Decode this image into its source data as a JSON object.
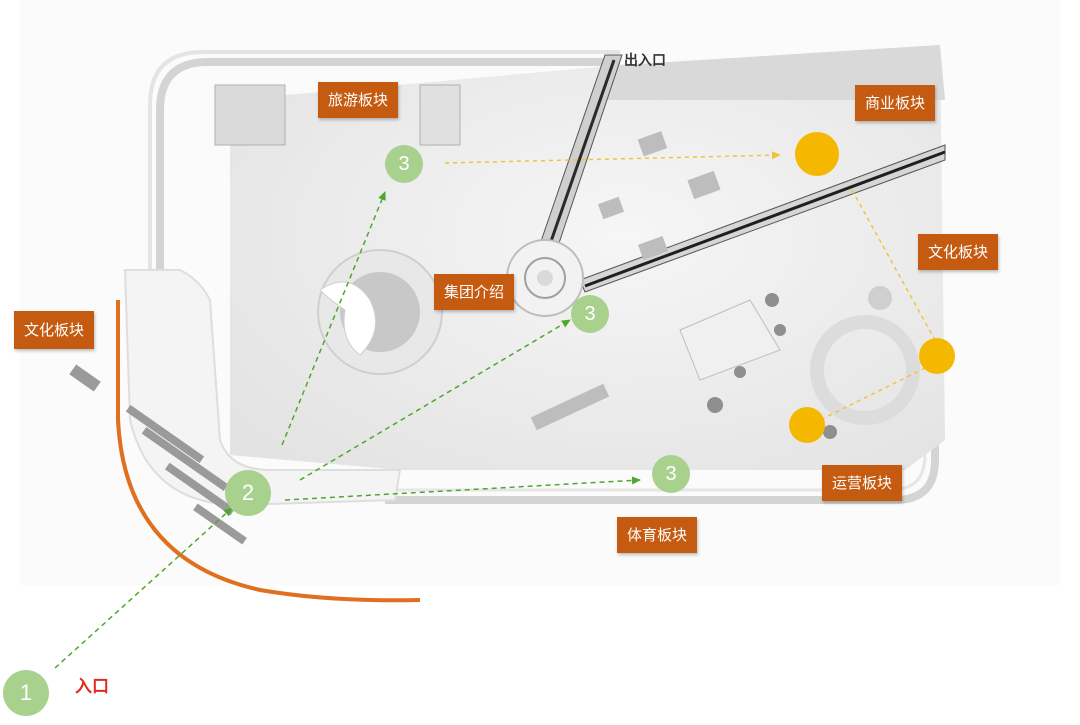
{
  "diagram": {
    "entry_label": "入口",
    "exit_label": "出入口",
    "zones": [
      {
        "id": "tourism",
        "label": "旅游板块"
      },
      {
        "id": "commerce",
        "label": "商业板块"
      },
      {
        "id": "culture-right",
        "label": "文化板块"
      },
      {
        "id": "culture-left",
        "label": "文化板块"
      },
      {
        "id": "group-intro",
        "label": "集团介绍"
      },
      {
        "id": "operations",
        "label": "运营板块"
      },
      {
        "id": "sports",
        "label": "体育板块"
      }
    ],
    "steps": [
      {
        "id": "step-1",
        "label": "1"
      },
      {
        "id": "step-2",
        "label": "2"
      },
      {
        "id": "step-3-top",
        "label": "3"
      },
      {
        "id": "step-3-center",
        "label": "3"
      },
      {
        "id": "step-3-bottom",
        "label": "3"
      }
    ],
    "colors": {
      "zone_tag": "#c55a11",
      "step_circle": "#a9d18e",
      "route_arrow": "#4ea72e",
      "hotspot": "#f5b800",
      "entry_text": "#e02b20",
      "orange_wall": "#e07020"
    }
  }
}
